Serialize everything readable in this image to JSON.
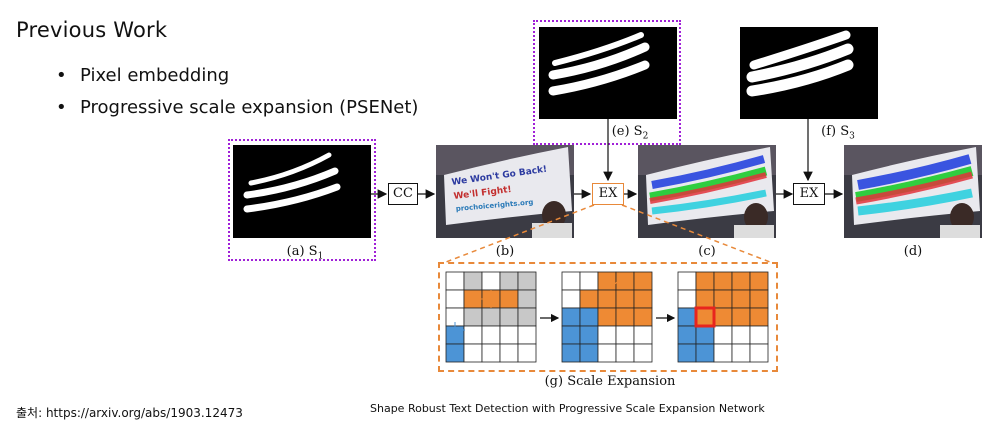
{
  "title": "Previous Work",
  "bullets": [
    "Pixel embedding",
    "Progressive scale expansion (PSENet)"
  ],
  "source": "출처: https://arxiv.org/abs/1903.12473",
  "citation": "Shape Robust Text Detection with Progressive Scale Expansion Network",
  "figure": {
    "labels": {
      "a": "(a) S",
      "a_sub": "1",
      "b": "(b)",
      "c": "(c)",
      "d": "(d)",
      "e": "(e) S",
      "e_sub": "2",
      "f": "(f) S",
      "f_sub": "3",
      "g": "(g) Scale Expansion"
    },
    "ops": {
      "cc": "CC",
      "ex1": "EX",
      "ex2": "EX"
    },
    "photo_banner_text": [
      "We Won't Go Back!",
      "We'll Fight!",
      "prochoicerights.org"
    ],
    "colors": {
      "highlight": "#a020d8",
      "expansion_orange": "#ee8a34",
      "expansion_blue": "#4c94d6",
      "selected_red": "#e8251e",
      "panel_border": "#e8893a"
    }
  }
}
